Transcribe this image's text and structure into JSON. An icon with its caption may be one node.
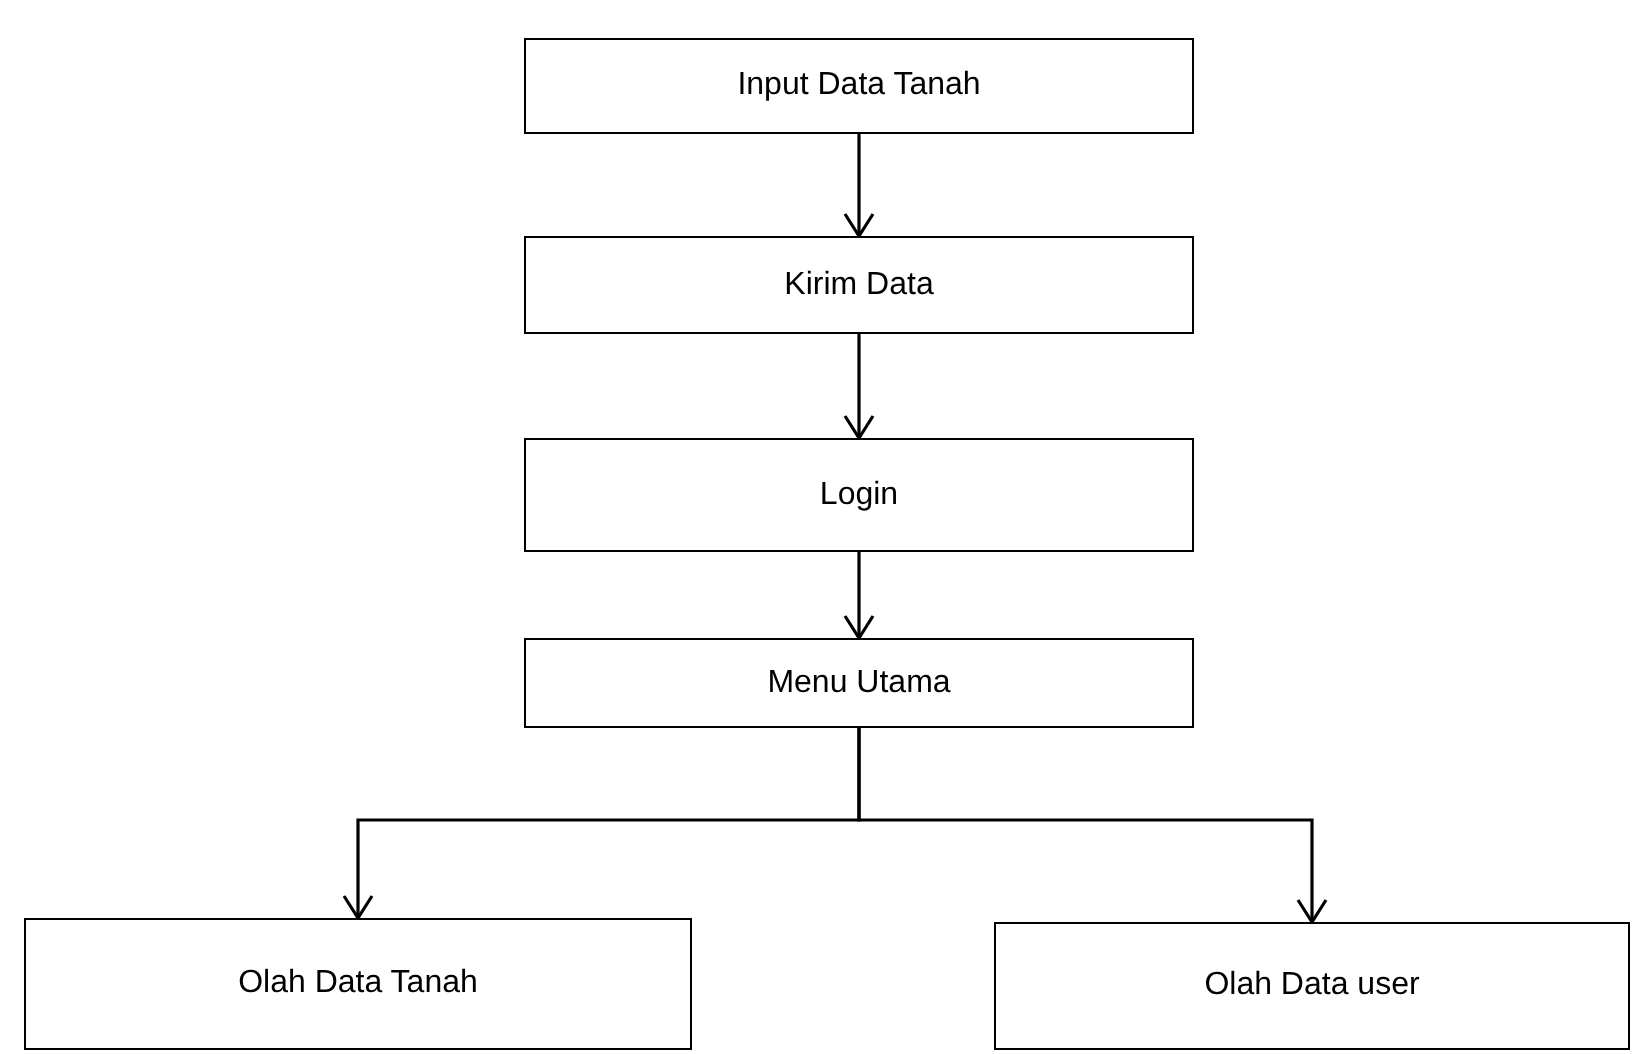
{
  "diagram": {
    "nodes": [
      {
        "text": [
          "Input Data Tanah"
        ]
      },
      {
        "text": [
          "Kirim Data"
        ]
      },
      {
        "text": [
          "Login"
        ]
      },
      {
        "text": [
          "Menu Utama"
        ]
      },
      {
        "text": [
          "Olah Data Tanah"
        ]
      },
      {
        "text": [
          "Olah Data user"
        ]
      }
    ],
    "edges": [
      {
        "from": 0,
        "to": 1,
        "arrow": "to"
      },
      {
        "from": 1,
        "to": 2,
        "arrow": "to"
      },
      {
        "from": 2,
        "to": 3,
        "arrow": "to"
      },
      {
        "from": 3,
        "to": 4,
        "arrow": "to"
      },
      {
        "from": 3,
        "to": 5,
        "arrow": "to"
      }
    ]
  }
}
